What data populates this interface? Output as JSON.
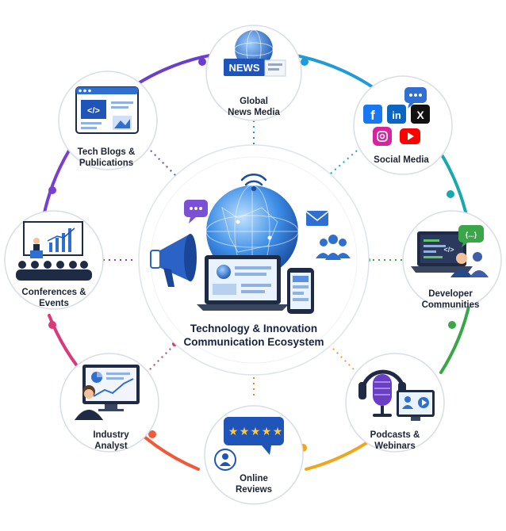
{
  "diagram": {
    "title_line1": "Technology & Innovation",
    "title_line2": "Communication Ecosystem",
    "nodes": [
      {
        "id": "news",
        "line1": "Global",
        "line2": "News Media",
        "icon": "news-globe-icon",
        "color": "#2aa7d6"
      },
      {
        "id": "social",
        "line1": "Social Media",
        "line2": "",
        "icon": "social-media-icons",
        "color": "#1aa9a3"
      },
      {
        "id": "dev",
        "line1": "Developer",
        "line2": "Communities",
        "icon": "developer-laptop-icon",
        "color": "#3aa64a"
      },
      {
        "id": "podcasts",
        "line1": "Podcasts &",
        "line2": "Webinars",
        "icon": "podcast-microphone-icon",
        "color": "#f0a51a"
      },
      {
        "id": "reviews",
        "line1": "Online",
        "line2": "Reviews",
        "icon": "review-stars-icon",
        "color": "#f08a24"
      },
      {
        "id": "analyst",
        "line1": "Industry",
        "line2": "Analyst",
        "icon": "analyst-chart-icon",
        "color": "#d83a5f"
      },
      {
        "id": "conferences",
        "line1": "Conferences &",
        "line2": "Events",
        "icon": "conference-presentation-icon",
        "color": "#8a3fd1"
      },
      {
        "id": "blogs",
        "line1": "Tech Blogs &",
        "line2": "Publications",
        "icon": "blog-code-icon",
        "color": "#5a4ad0"
      }
    ],
    "icons": {
      "news_badge": "NEWS",
      "social": [
        "f",
        "in",
        "X"
      ],
      "code_bubble": "{...}",
      "code_tag": "</>"
    }
  }
}
